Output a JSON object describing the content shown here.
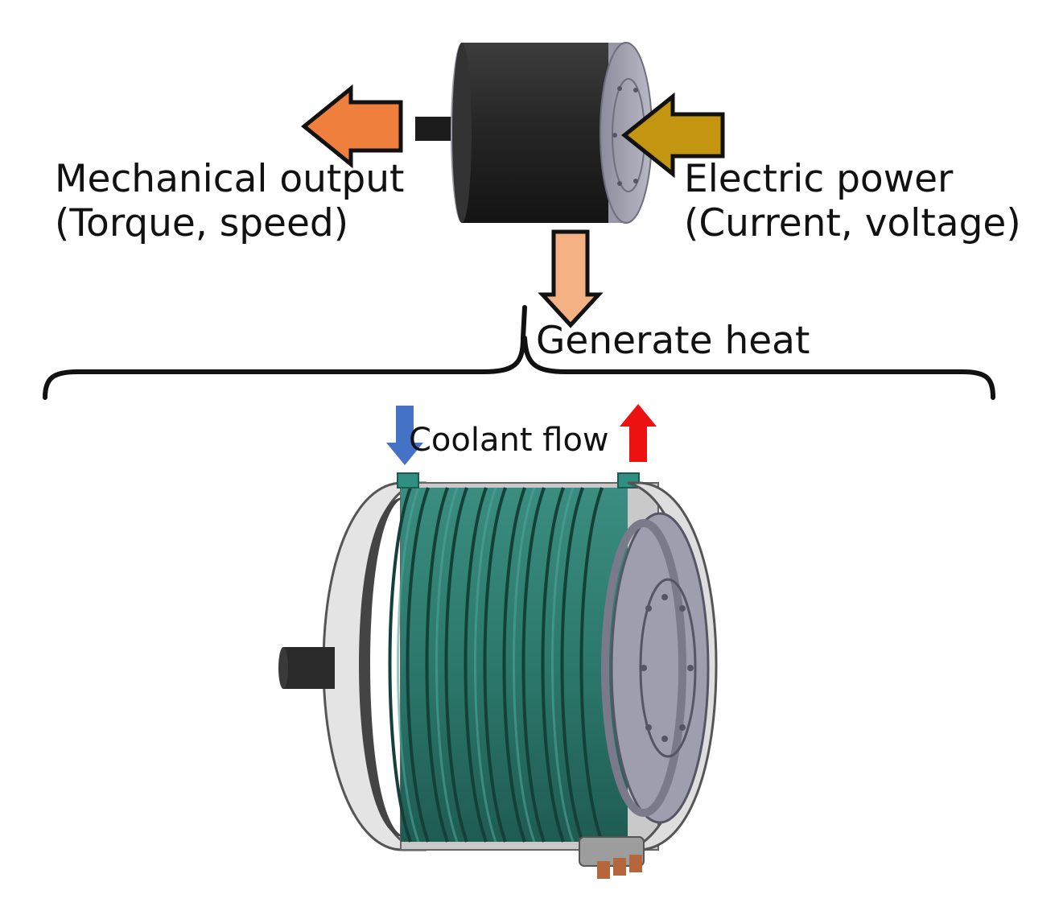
{
  "labels": {
    "mechanical_output": {
      "line1": "Mechanical output",
      "line2": "(Torque, speed)"
    },
    "electric_power": {
      "line1": "Electric power",
      "line2": "(Current, voltage)"
    },
    "generate_heat": "Generate heat",
    "coolant_flow": "Coolant flow"
  },
  "colors": {
    "mechanical_arrow": "#ee7f3c",
    "electric_arrow": "#c49510",
    "heat_arrow": "#f4b183",
    "coolant_in_arrow": "#4472c4",
    "coolant_out_arrow": "#ff0000",
    "motor_body": "#2a2a2a",
    "motor_endcap": "#a9a9b8",
    "cooling_jacket": "#2f7f72",
    "housing": "#d4d4d4"
  },
  "icons": {
    "motor": "motor-icon",
    "cooled_motor": "cooled-motor-icon"
  }
}
